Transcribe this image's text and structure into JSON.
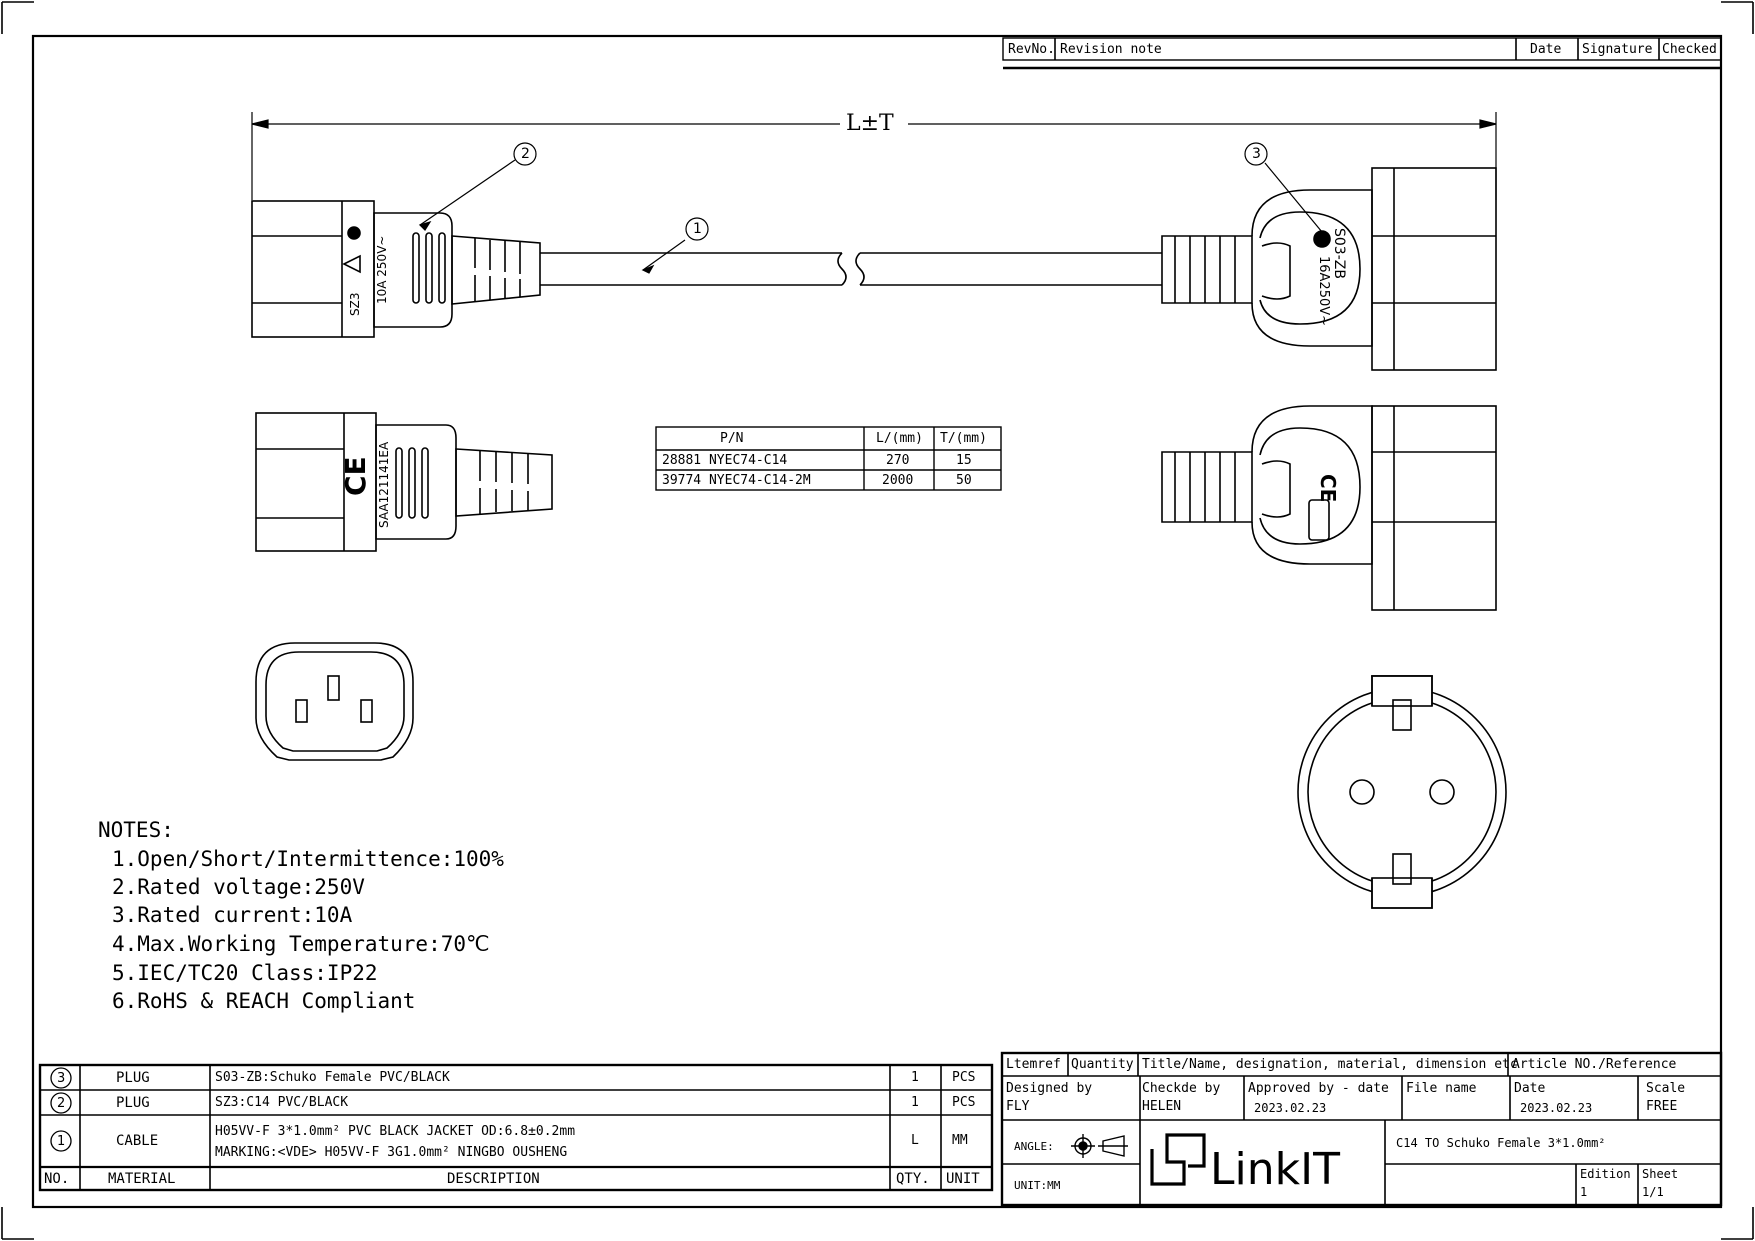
{
  "revision": {
    "headers": [
      "RevNo.",
      "Revision note",
      "Date",
      "Signature",
      "Checked"
    ]
  },
  "dimension_label": "L±T",
  "callouts": [
    "1",
    "2",
    "3"
  ],
  "plug_markings": {
    "c14_side": {
      "model": "SZ3",
      "rating": "10A  250V~"
    },
    "c14_cert": "SAA121141EA",
    "schuko_side": {
      "model": "S03-ZB",
      "rating": "16A250V~"
    }
  },
  "pn_table": {
    "headers": [
      "P/N",
      "L/(mm)",
      "T/(mm)"
    ],
    "rows": [
      [
        "28881 NYEC74-C14",
        "270",
        "15"
      ],
      [
        "39774 NYEC74-C14-2M",
        "2000",
        "50"
      ]
    ]
  },
  "notes": {
    "title": "NOTES:",
    "items": [
      "1.Open/Short/Intermittence:100%",
      "2.Rated voltage:250V",
      "3.Rated current:10A",
      "4.Max.Working Temperature:70℃",
      "5.IEC/TC20 Class:IP22",
      "6.RoHS & REACH Compliant"
    ]
  },
  "bom": {
    "headers": [
      "NO.",
      "MATERIAL",
      "DESCRIPTION",
      "QTY.",
      "UNIT"
    ],
    "rows": [
      {
        "no": "3",
        "material": "PLUG",
        "description": "S03-ZB:Schuko Female PVC/BLACK",
        "description2": "",
        "qty": "1",
        "unit": "PCS"
      },
      {
        "no": "2",
        "material": "PLUG",
        "description": "SZ3:C14 PVC/BLACK",
        "description2": "",
        "qty": "1",
        "unit": "PCS"
      },
      {
        "no": "1",
        "material": "CABLE",
        "description": "H05VV-F 3*1.0mm² PVC BLACK JACKET OD:6.8±0.2mm",
        "description2": "MARKING:<VDE> H05VV-F 3G1.0mm² NINGBO OUSHENG",
        "qty": "L",
        "unit": "MM"
      }
    ]
  },
  "title_block": {
    "ltemref": "Ltemref",
    "quantity": "Quantity",
    "title_label": "Title/Name, designation, material, dimension etc",
    "article_label": "Article NO./Reference",
    "designed_by_label": "Designed by",
    "designed_by": "FLY",
    "checked_by_label": "Checkde by",
    "checked_by": "HELEN",
    "approved_label": "Approved by - date",
    "approved_date": "2023.02.23",
    "file_name_label": "File name",
    "date_label": "Date",
    "date": "2023.02.23",
    "scale_label": "Scale",
    "scale": "FREE",
    "angle_label": "ANGLE:",
    "unit_label": "UNIT:MM",
    "logo_text": "LinkIT",
    "doc_title": "C14 TO Schuko Female 3*1.0mm²",
    "edition_label": "Edition",
    "edition": "1",
    "sheet_label": "Sheet",
    "sheet": "1/1"
  }
}
